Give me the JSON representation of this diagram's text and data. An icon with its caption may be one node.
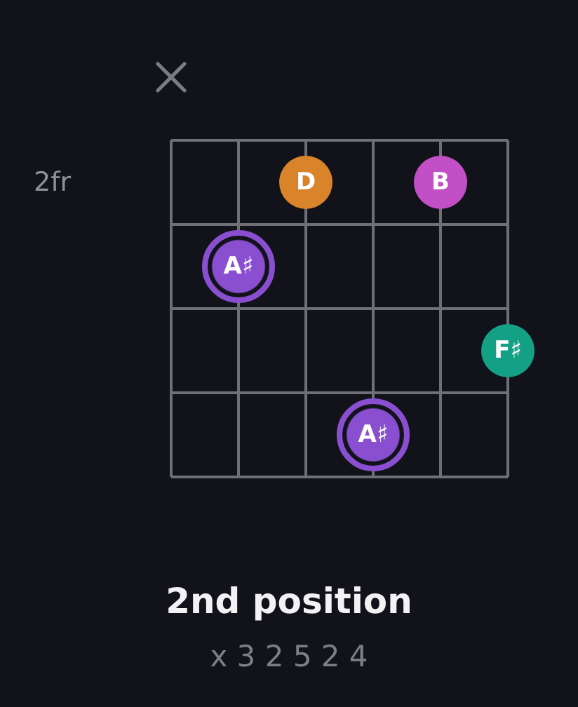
{
  "diagram": {
    "title": "2nd position",
    "nodes": [
      {
        "text": [
          "D"
        ]
      },
      {
        "text": [
          "B"
        ]
      },
      {
        "text": [
          "A♯"
        ]
      },
      {
        "text": [
          "F♯"
        ]
      },
      {
        "text": [
          "A♯"
        ]
      }
    ],
    "labels": [
      "2fr",
      "x 3 2 5 2 4"
    ]
  }
}
